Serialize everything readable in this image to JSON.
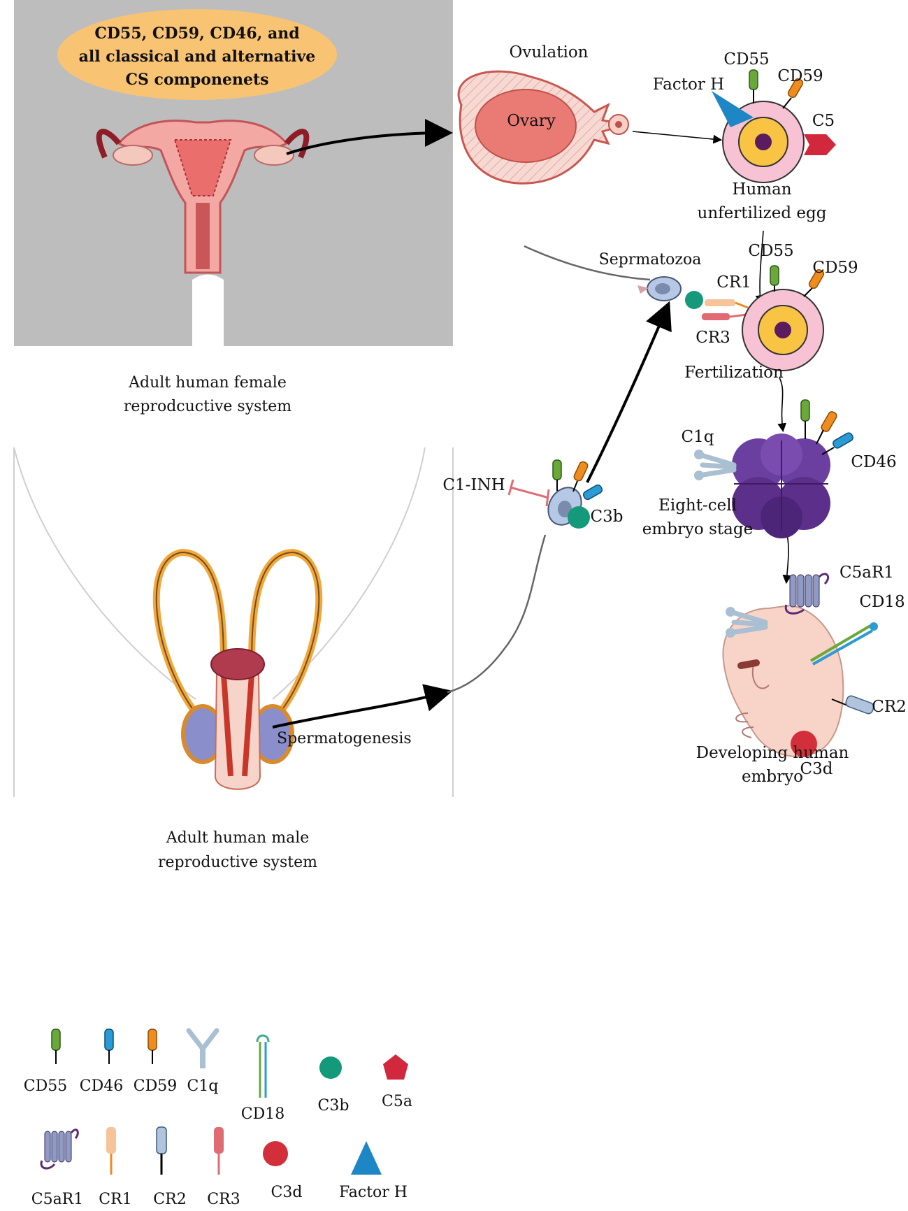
{
  "female": {
    "bubble_lines": [
      "CD55, CD59, CD46, and",
      "all classical and alternative",
      "CS componenets"
    ],
    "caption_lines": [
      "Adult human female",
      "reprodcuctive system"
    ]
  },
  "male": {
    "caption_lines": [
      "Adult human male",
      "reproductive system"
    ],
    "process_label": "Spermatogenesis"
  },
  "ovulation": {
    "title": "Ovulation",
    "ovary_label": "Ovary"
  },
  "egg": {
    "label_cd55": "CD55",
    "label_cd59": "CD59",
    "label_factorh": "Factor H",
    "label_c5": "C5",
    "caption_lines": [
      "Human",
      "unfertilized egg"
    ]
  },
  "fertilization": {
    "sperm_label": "Seprmatozoa",
    "label_cr1": "CR1",
    "label_cr3": "CR3",
    "label_cd55": "CD55",
    "label_cd59": "CD59",
    "caption": "Fertilization"
  },
  "sperm_mid": {
    "label_c1inh": "C1-INH",
    "label_c3b": "C3b"
  },
  "eight_cell": {
    "label_c1q": "C1q",
    "label_cd46": "CD46",
    "caption_lines": [
      "Eight-cell",
      "embryo stage"
    ]
  },
  "embryo": {
    "label_c5ar1": "C5aR1",
    "label_cd18": "CD18",
    "label_cr2": "CR2",
    "label_c3d": "C3d",
    "caption_lines": [
      "Developing human",
      "embryo"
    ]
  },
  "legend": {
    "items": [
      {
        "name": "CD55",
        "color": "#6aa83a"
      },
      {
        "name": "CD46",
        "color": "#2b9bd6"
      },
      {
        "name": "CD59",
        "color": "#f08c1e"
      },
      {
        "name": "C1q",
        "color": "#a9bfd2"
      },
      {
        "name": "CD18",
        "color": "#3cab8f"
      },
      {
        "name": "C3b",
        "color": "#14997a"
      },
      {
        "name": "C5a",
        "color": "#d1283d"
      },
      {
        "name": "C5aR1",
        "color": "#8d9bc5"
      },
      {
        "name": "CR1",
        "color": "#f7c49a"
      },
      {
        "name": "CR2",
        "color": "#b0c4de"
      },
      {
        "name": "CR3",
        "color": "#e16b73"
      },
      {
        "name": "C3d",
        "color": "#d32f3b"
      },
      {
        "name": "Factor H",
        "color": "#1d86c4"
      }
    ]
  }
}
